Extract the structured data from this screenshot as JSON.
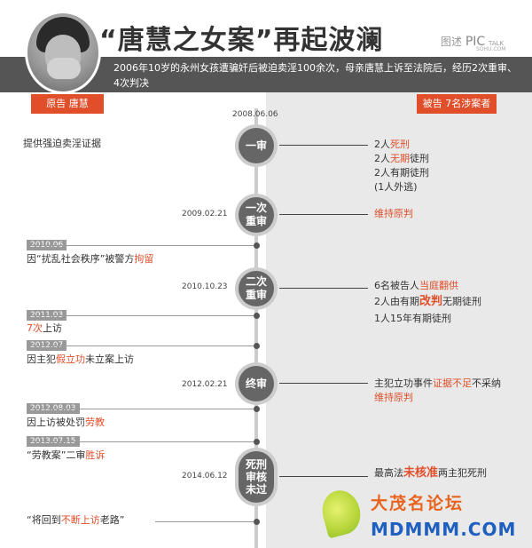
{
  "title": "“唐慧之女案”再起波澜",
  "logo": {
    "text": "图述",
    "pic": "PIC",
    "talk": "TALK",
    "site": "SOHU.COM"
  },
  "summary": "2006年10岁的永州女孩遭骗奸后被迫卖淫100余次，母亲唐慧上诉至法院后，经历2次重审、4次判决",
  "plaintiff_label": "原告 唐慧",
  "defendant_label": "被告 7名涉案者",
  "stages": [
    {
      "date": "2008.06.06",
      "label": "一审",
      "left_event": "提供强迫卖淫证据",
      "verdict": [
        [
          "2人",
          "死刑",
          "",
          ""
        ],
        [
          "2人",
          "无期",
          "徒刑",
          ""
        ],
        [
          "2人有期徒刑",
          "",
          "",
          ""
        ],
        [
          "(1人外逃)",
          "",
          "",
          ""
        ]
      ]
    },
    {
      "date": "2009.02.21",
      "label": "一次重审",
      "line1": "一次",
      "line2": "重审",
      "verdict": [
        [
          "",
          "维持原判",
          "",
          ""
        ]
      ]
    },
    {
      "date": "2010.10.23",
      "label": "二次重审",
      "line1": "二次",
      "line2": "重审",
      "verdict": [
        [
          "6名被告人",
          "当庭翻供",
          "",
          ""
        ],
        [
          "2人由有期",
          "改判",
          "无期徒刑",
          "big"
        ],
        [
          "1人15年有期徒刑",
          "",
          "",
          ""
        ]
      ]
    },
    {
      "date": "2012.02.21",
      "label": "终审",
      "verdict": [
        [
          "主犯立功事件",
          "证据不足",
          "不采纳",
          ""
        ],
        [
          "",
          "维持原判",
          "",
          ""
        ]
      ]
    },
    {
      "date": "2014.06.12",
      "label": "死刑审核未过",
      "line1": "死刑",
      "line2": "审核",
      "line3": "未过",
      "verdict": [
        [
          "最高法",
          "未核准",
          "两主犯死刑",
          "big"
        ]
      ]
    }
  ],
  "events": [
    {
      "date": "2010.06",
      "pre": "因“扰乱社会秩序”被警方",
      "hl": "拘留",
      "post": ""
    },
    {
      "date": "2011.03",
      "pre": "",
      "hl": "7次",
      "post": "上访"
    },
    {
      "date": "2012.07",
      "pre": "因主犯",
      "hl": "假立功",
      "post": "未立案上访"
    },
    {
      "date": "2012.08.03",
      "pre": "因上访被处罚",
      "hl": "劳教",
      "post": ""
    },
    {
      "date": "2013.07.15",
      "pre": "“劳教案”二审",
      "hl": "胜诉",
      "post": ""
    }
  ],
  "final_quote": {
    "pre": "“将回到",
    "hl": "不断上访",
    "post": "老路”"
  },
  "watermark": {
    "cn": "大茂名论坛",
    "en": "MDMMM.COM"
  },
  "colors": {
    "accent": "#e04e2a",
    "stage": "#666666",
    "band": "#555555"
  }
}
